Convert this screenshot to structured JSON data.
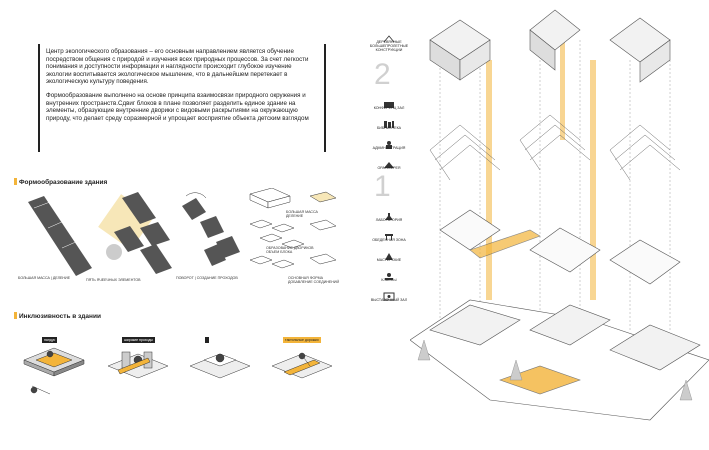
{
  "intro": {
    "p1": "Центр экологического образования – его основным направлением является обучение посредством общения с природой и изучения всех природных процессов. За счет легкости понимания и доступности информации и наглядности происходит глубокое изучение экологии воспитывается экологическое мышление, что в дальнейшем перетекает в экологическую культуру поведения.",
    "p2": "Формообразование выполнено на основе принципа взаимосвязи природного окружения и внутренних пространств.Сдвиг блоков в плане позволяет разделить единое здание на элементы, образующие внутренние дворики с видовыми раскрытиями на окружающую природу, что делает среду соразмерной и упрощает восприятие объекта детским взглядом"
  },
  "form_section": {
    "title": "Формообразование здания",
    "captions": [
      "БОЛЬШАЯ МАССА | ДЕЛЕНИЕ",
      "ПЯТЬ ЯЧЕЕЧНЫХ ЭЛЕМЕНТОВ",
      "ПОВОРОТ | СОЗДАНИЕ ПРОХОДОВ",
      "БОЛЬШАЯ МАССА\nДЕЛЕНИЕ",
      "ОБРАЗОВАНИЕ ДВОРИКОВ\nОБЪЕМ БЛОКА",
      "ОСНОВНАЯ ФОРМА\nДОБАВЛЕНИЕ СОЕДИНЕНИЙ"
    ]
  },
  "inclusive_section": {
    "title": "Инклюзивность в здании",
    "tags": [
      "пандус",
      "широкие проходы",
      "",
      "тактильные дорожки"
    ]
  },
  "legend": {
    "top": "ДЕРЕВЯННЫЕ БОЛЬШЕПРОЛЕТНЫЕ КОНСТРУКЦИИ",
    "level2_number": "2",
    "level2": [
      "КОНФЕРЕНЦ ЗАЛ",
      "БИБЛИОТЕКА",
      "АДМИНИСТРАЦИЯ",
      "ОРАНЖЕРЕЯ"
    ],
    "level1_number": "1",
    "level1": [
      "ЛАБОРАТОРИЯ",
      "ОБЕДЕННАЯ ЗОНА",
      "МАСТЕРСКИЕ",
      "КЛАССЫ",
      "ВЫСТАВОЧНЫЙ ЗАЛ"
    ]
  },
  "colors": {
    "accent": "#f3b43a",
    "line": "#555555"
  }
}
